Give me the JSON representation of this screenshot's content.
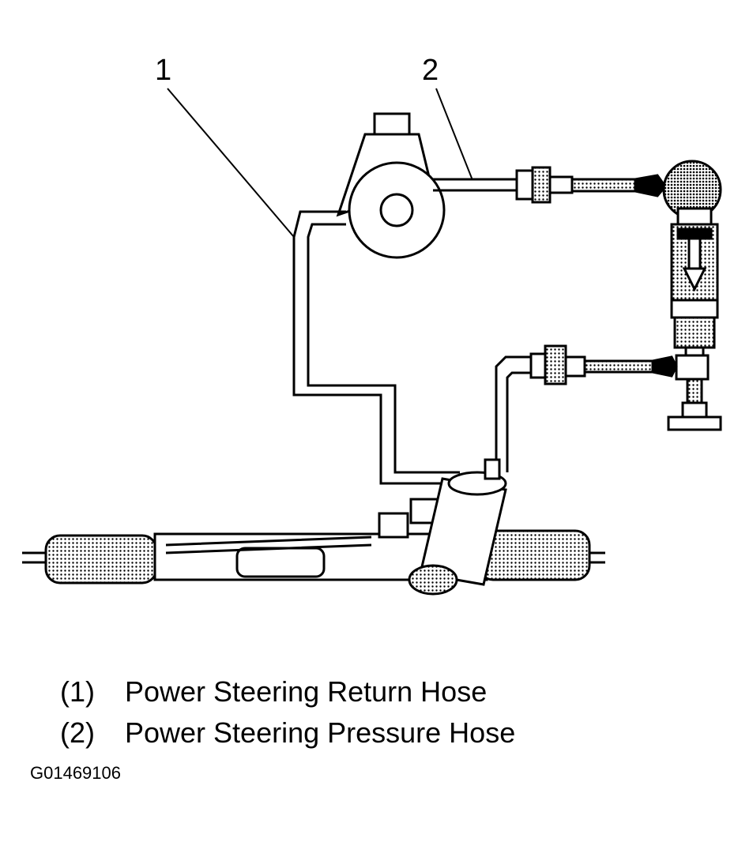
{
  "callouts": [
    {
      "number": "1"
    },
    {
      "number": "2"
    }
  ],
  "legend": [
    {
      "number": "(1)",
      "label": "Power Steering Return Hose"
    },
    {
      "number": "(2)",
      "label": "Power Steering Pressure Hose"
    }
  ],
  "figure_id": "G01469106"
}
